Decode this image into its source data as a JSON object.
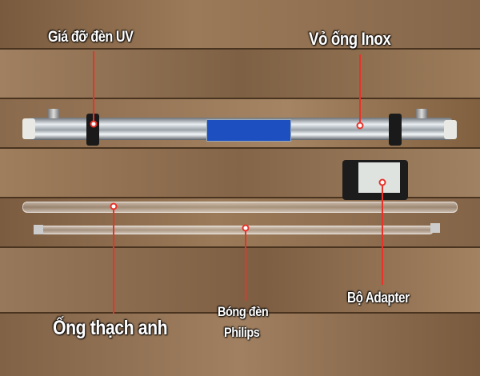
{
  "labels": {
    "holder": "Giá đỡ đèn UV",
    "housing": "Vỏ ống Inox",
    "quartz": "Ống thạch anh",
    "bulb_line1": "Bóng đèn",
    "bulb_line2": "Philips",
    "adapter": "Bộ Adapter"
  },
  "colors": {
    "pointer": "#e8322a",
    "label_text": "#ffffff"
  }
}
